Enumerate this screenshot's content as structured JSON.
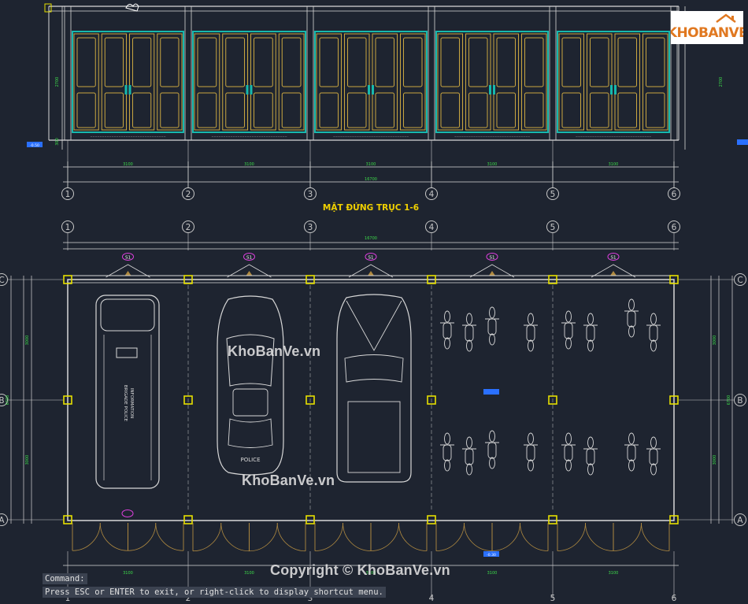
{
  "elevation_title": "MẶT ĐỨNG TRỤC 1-6",
  "axis_labels": [
    "1",
    "2",
    "3",
    "4",
    "5",
    "6"
  ],
  "row_labels": [
    "C",
    "B",
    "A"
  ],
  "section_tag": "S1",
  "overall_dim": "16700",
  "bay_dims": [
    "3100",
    "3100",
    "3100",
    "3100",
    "3100"
  ],
  "elev_height_dims": [
    "2700",
    "300"
  ],
  "plan_side_dims": [
    "3000",
    "3000"
  ],
  "plan_total_dim": "6700",
  "level_tags": [
    "-0.50",
    "-0.30"
  ],
  "vehicle_text": {
    "police": "POLICE",
    "truck_line1": "BRIGADE POLICE",
    "truck_line2": "INFORMATION"
  },
  "watermarks": {
    "top": "KhoBanVe.vn",
    "middle": "KhoBanVe.vn",
    "bottom": "Copyright © KhoBanVe.vn"
  },
  "logo_text": "KHOBANVE",
  "command": {
    "label": "Command:",
    "message": "Press ESC or ENTER to exit, or right-click to display shortcut menu."
  },
  "colors": {
    "background": "#1e2430",
    "grid_line": "#c8c8c8",
    "wall": "#d8d8d8",
    "column": "#e6e000",
    "teal": "#17b8ad",
    "gold": "#c9a640",
    "dim_green": "#3ddc4a",
    "title_yellow": "#f0d000",
    "tag_magenta": "#e040e0",
    "tag_blue": "#2a70ff",
    "door_brown": "#b08a40"
  }
}
